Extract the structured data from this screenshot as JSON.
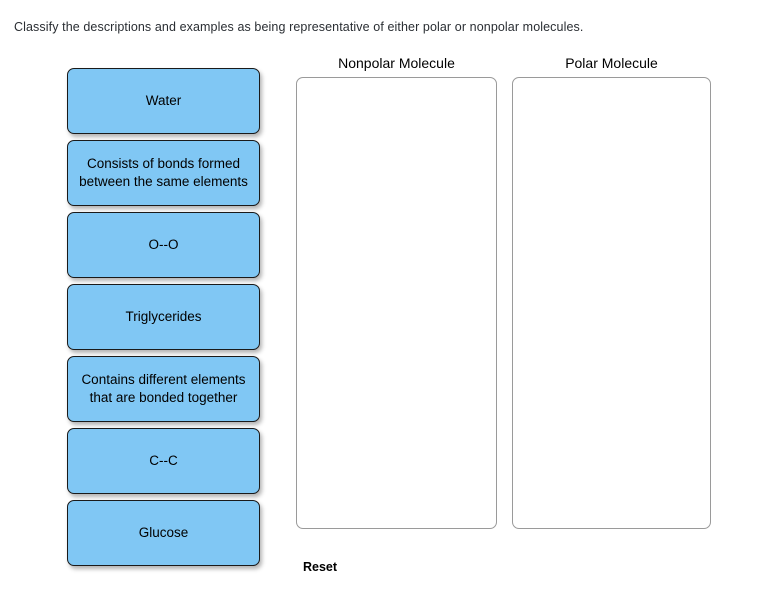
{
  "prompt": {
    "text": "Classify the descriptions and examples as being representative of either polar or nonpolar molecules."
  },
  "tiles": [
    {
      "label": "Water",
      "lines": 1
    },
    {
      "label": "Consists of bonds formed between the same elements",
      "lines": 3
    },
    {
      "label": "O--O",
      "lines": 1
    },
    {
      "label": "Triglycerides",
      "lines": 1
    },
    {
      "label": "Contains different elements that are bonded together",
      "lines": 3
    },
    {
      "label": "C--C",
      "lines": 1
    },
    {
      "label": "Glucose",
      "lines": 1
    }
  ],
  "zones": [
    {
      "title": "Nonpolar Molecule",
      "items": []
    },
    {
      "title": "Polar Molecule",
      "items": []
    }
  ],
  "controls": {
    "reset_label": "Reset"
  },
  "colors": {
    "tile_fill": "#80c7f4",
    "tile_border": "#1a1a1a",
    "zone_border": "#9a9a9a",
    "page_background": "#ffffff",
    "prompt_text": "#2a2e33",
    "label_text": "#000000"
  }
}
